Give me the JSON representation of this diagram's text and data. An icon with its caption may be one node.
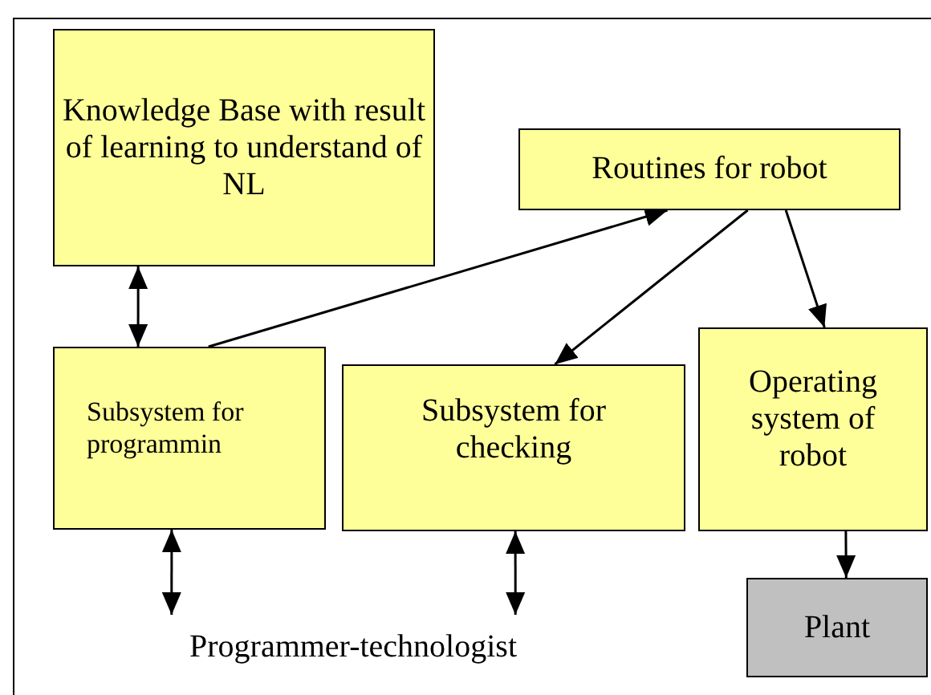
{
  "diagram": {
    "nodes": [
      {
        "text": [
          "Knowledge Base with result of learning to understand of NL"
        ]
      },
      {
        "text": [
          "Routines for robot"
        ]
      },
      {
        "text": [
          "Subsystem for programmin"
        ]
      },
      {
        "text": [
          "Subsystem for checking"
        ]
      },
      {
        "text": [
          "Operating system of robot"
        ]
      },
      {
        "text": [
          "Plant"
        ]
      },
      {
        "text": [
          "Programmer-technologist"
        ]
      }
    ],
    "edges": [
      {
        "from": 0,
        "to": 2,
        "arrow": "both"
      },
      {
        "from": 2,
        "to": 1,
        "arrow": "to"
      },
      {
        "from": 1,
        "to": 3,
        "arrow": "to"
      },
      {
        "from": 1,
        "to": 4,
        "arrow": "to"
      },
      {
        "from": 2,
        "to": 6,
        "arrow": "both"
      },
      {
        "from": 3,
        "to": 6,
        "arrow": "both"
      },
      {
        "from": 4,
        "to": 5,
        "arrow": "to"
      }
    ]
  }
}
